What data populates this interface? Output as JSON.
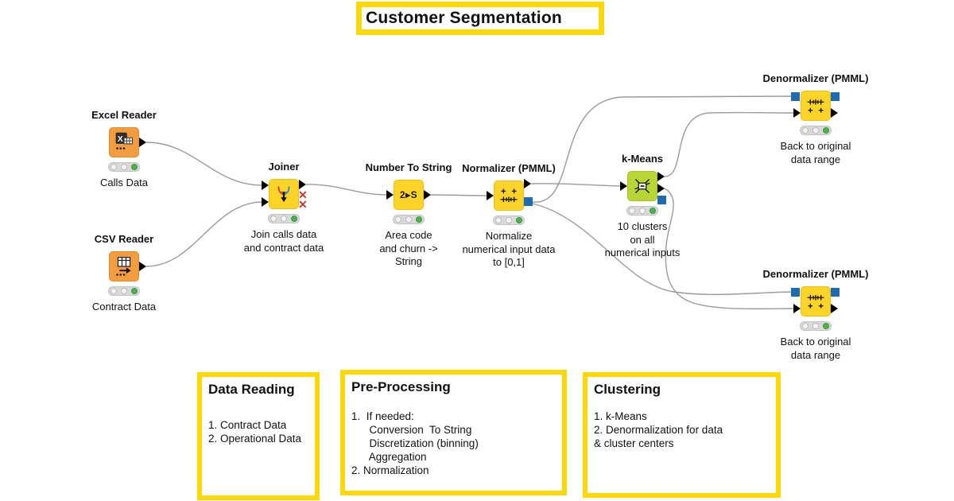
{
  "workflow_title": "Customer Segmentation",
  "nodes": [
    {
      "name": "Excel Reader",
      "comment": "Calls Data",
      "icon": "excel-file-icon",
      "traffic_light": "green"
    },
    {
      "name": "CSV Reader",
      "comment": "Contract Data",
      "icon": "csv-table-icon",
      "traffic_light": "green"
    },
    {
      "name": "Joiner",
      "comment": "Join calls data\nand contract data",
      "icon": "join-arrows-icon",
      "traffic_light": "green"
    },
    {
      "name": "Number To String",
      "comment": "Area code\nand churn ->\nString",
      "icon_text": "2▸S",
      "traffic_light": "green"
    },
    {
      "name": "Normalizer (PMML)",
      "comment": "Normalize\nnumerical input data\nto [0,1]",
      "icon": "normalizer-scale-icon",
      "traffic_light": "green"
    },
    {
      "name": "k-Means",
      "comment": "10 clusters\non all\nnumerical inputs",
      "icon": "cluster-star-icon",
      "traffic_light": "green"
    },
    {
      "name": "Denormalizer (PMML)",
      "comment": "Back to original\ndata range",
      "icon": "denormalizer-scale-icon",
      "traffic_light": "green"
    },
    {
      "name": "Denormalizer (PMML)",
      "comment": "Back to original\ndata range",
      "icon": "denormalizer-scale-icon",
      "traffic_light": "green"
    }
  ],
  "annotations": [
    {
      "title": "Data Reading",
      "body": "1. Contract Data\n2. Operational Data"
    },
    {
      "title": "Pre-Processing",
      "body": "1.  If needed:\n      Conversion  To String\n      Discretization (binning)\n      Aggregation\n2. Normalization"
    },
    {
      "title": "Clustering",
      "body": "1. k-Means\n2. Denormalization for data\n& cluster centers"
    }
  ],
  "colors": {
    "node_orange": "#F49D40",
    "node_yellow": "#FFD428",
    "node_green": "#B9D435",
    "annotation_border": "#FFD805",
    "data_port": "#000000",
    "pmml_port": "#1D6CB2",
    "status_green": "#4DB14D",
    "edge_gray": "#9B9B9B",
    "error_red": "#CC3333"
  }
}
